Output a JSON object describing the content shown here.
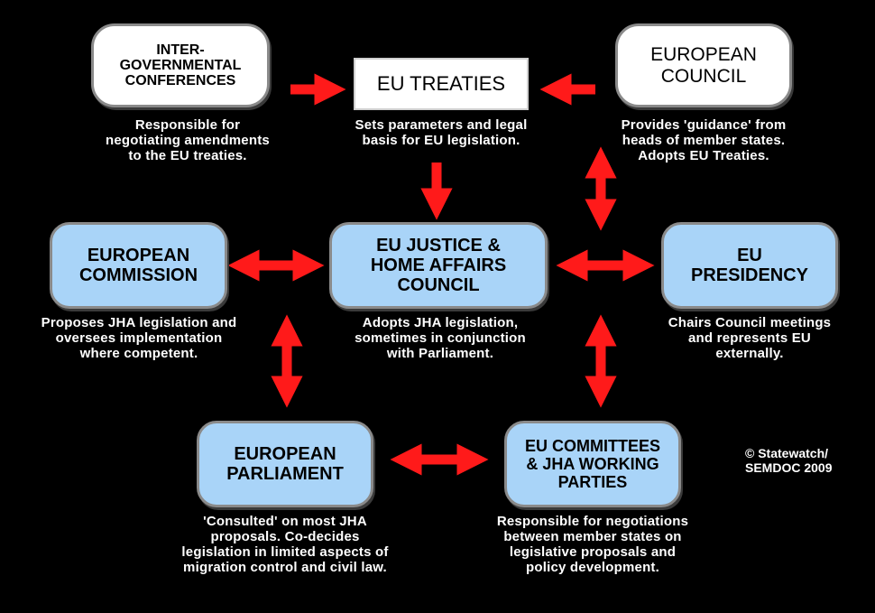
{
  "colors": {
    "background": "#000000",
    "arrow": "#ff1a1a",
    "box_blue": "#a9d4f8",
    "box_white": "#ffffff",
    "text_light": "#ffffff"
  },
  "nodes": {
    "igc": {
      "label": "INTER-\nGOVERNMENTAL\nCONFERENCES",
      "desc": "Responsible for\nnegotiating amendments\nto the EU treaties."
    },
    "treaties": {
      "label": "EU TREATIES",
      "desc": "Sets parameters and legal\nbasis for EU legislation."
    },
    "council": {
      "label": "EUROPEAN\nCOUNCIL",
      "desc": "Provides 'guidance' from\nheads of member states.\nAdopts EU Treaties."
    },
    "commission": {
      "label": "EUROPEAN\nCOMMISSION",
      "desc": "Proposes JHA legislation and\noversees implementation\nwhere competent."
    },
    "jha": {
      "label": "EU JUSTICE &\nHOME AFFAIRS\nCOUNCIL",
      "desc": "Adopts JHA legislation,\nsometimes in conjunction\nwith Parliament."
    },
    "presidency": {
      "label": "EU\nPRESIDENCY",
      "desc": "Chairs Council meetings\nand represents EU\nexternally."
    },
    "parliament": {
      "label": "EUROPEAN\nPARLIAMENT",
      "desc": "'Consulted' on most JHA\nproposals. Co-decides\nlegislation in limited aspects of\nmigration control and civil law."
    },
    "committees": {
      "label": "EU COMMITTEES\n& JHA WORKING\nPARTIES",
      "desc": "Responsible for negotiations\nbetween member states on\nlegislative proposals and\npolicy development."
    }
  },
  "credit": "© Statewatch/\nSEMDOC 2009"
}
